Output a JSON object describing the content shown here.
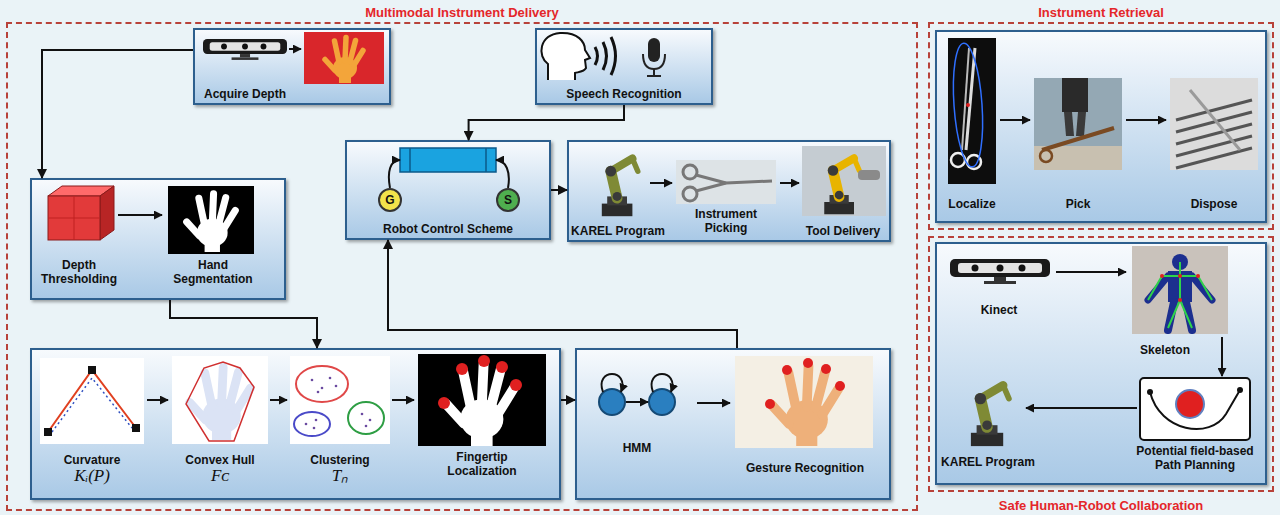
{
  "diagram": {
    "nodes": [
      {
        "text": [
          "Multimodal Instrument Delivery"
        ]
      },
      {
        "text": [
          "Acquire Depth"
        ],
        "in": 0
      },
      {
        "text": [
          "Speech Recognition"
        ],
        "in": 0
      },
      {
        "text": [
          "Depth Thresholding",
          "Hand Segmentation"
        ],
        "in": 0
      },
      {
        "text": [
          "Robot Control Scheme"
        ],
        "in": 0
      },
      {
        "text": [
          "G"
        ],
        "in": 4
      },
      {
        "text": [
          "S"
        ],
        "in": 4
      },
      {
        "text": [
          "KAREL Program",
          "Instrument Picking",
          "Tool Delivery"
        ],
        "in": 0
      },
      {
        "text": [
          "Curvature",
          "Kᵢ(P)",
          "Convex Hull",
          "Fᴄ",
          "Clustering",
          "Tₙ",
          "Fingertip Localization"
        ],
        "in": 0
      },
      {
        "text": [
          "HMM",
          "Gesture Recognition"
        ],
        "in": 0
      },
      {
        "text": [
          "Instrument Retrieval"
        ]
      },
      {
        "text": [
          "Localize",
          "Pick",
          "Dispose"
        ],
        "in": 10
      },
      {
        "text": [
          "Safe Human-Robot Collaboration"
        ]
      },
      {
        "text": [
          "Kinect",
          "Skeleton",
          "KAREL Program",
          "Potential field-based Path Planning"
        ],
        "in": 12
      }
    ],
    "edges": [
      {
        "from": 1,
        "to": 3,
        "arrow": "to"
      },
      {
        "from": 2,
        "to": 4,
        "arrow": "to"
      },
      {
        "from": 3,
        "to": 8,
        "arrow": "to"
      },
      {
        "from": 8,
        "to": 9,
        "arrow": "to"
      },
      {
        "from": 9,
        "to": 4,
        "arrow": "to"
      },
      {
        "from": 4,
        "to": 7,
        "arrow": "to"
      }
    ]
  }
}
